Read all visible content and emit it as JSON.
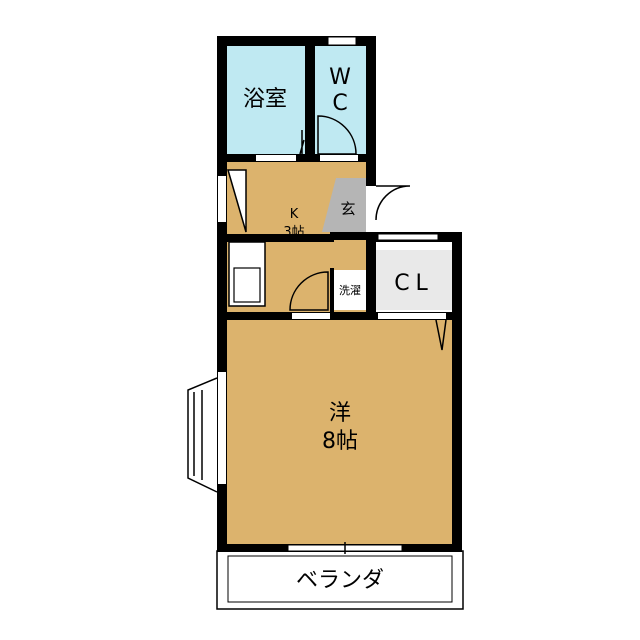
{
  "rooms": {
    "bath": "浴室",
    "wc_1": "W",
    "wc_2": "C",
    "kitchen_1": "K",
    "kitchen_2": "3帖",
    "entrance": "玄",
    "closet": "CL",
    "laundry": "洗濯",
    "western_1": "洋",
    "western_2": "8帖",
    "balcony": "ベランダ"
  },
  "colors": {
    "wet_area": "#bfe9f2",
    "floor": "#dcb36d",
    "entrance": "#b5b5b5",
    "closet": "#e9e9e9",
    "wall": "#000000"
  }
}
